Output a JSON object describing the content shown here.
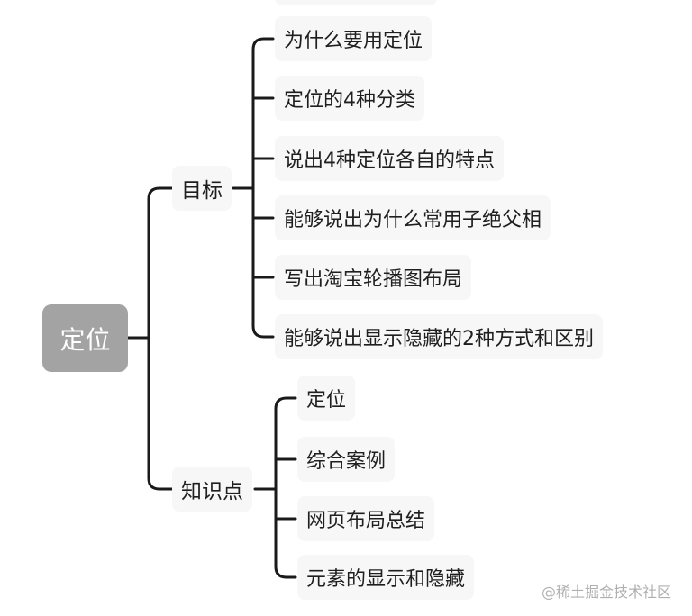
{
  "root": {
    "label": "定位"
  },
  "branches": [
    {
      "label": "目标",
      "items": [
        {
          "label": "为什么要用定位"
        },
        {
          "label": "定位的4种分类"
        },
        {
          "label": "说出4种定位各自的特点"
        },
        {
          "label": "能够说出为什么常用子绝父相"
        },
        {
          "label": "写出淘宝轮播图布局"
        },
        {
          "label": "能够说出显示隐藏的2种方式和区别"
        }
      ]
    },
    {
      "label": "知识点",
      "items": [
        {
          "label": "定位"
        },
        {
          "label": "综合案例"
        },
        {
          "label": "网页布局总结"
        },
        {
          "label": "元素的显示和隐藏"
        }
      ]
    }
  ],
  "watermark": "@稀土掘金技术社区"
}
